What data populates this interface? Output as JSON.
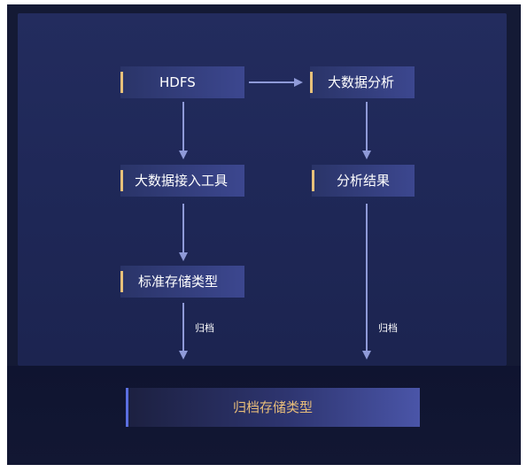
{
  "nodes": {
    "hdfs": "HDFS",
    "bigdata_analysis": "大数据分析",
    "ingest_tool": "大数据接入工具",
    "analysis_result": "分析结果",
    "standard_storage": "标准存储类型",
    "archive_storage": "归档存储类型"
  },
  "edge_labels": {
    "left_archive": "归档",
    "right_archive": "归档"
  },
  "colors": {
    "background": "#141a35",
    "panel": "#232c5e",
    "node_fill": "#3c478f",
    "node_accent": "#e8c17a",
    "archive_text": "#e8bd7a",
    "archive_accent": "#5b6fe0",
    "arrow": "#8f9ad8"
  }
}
